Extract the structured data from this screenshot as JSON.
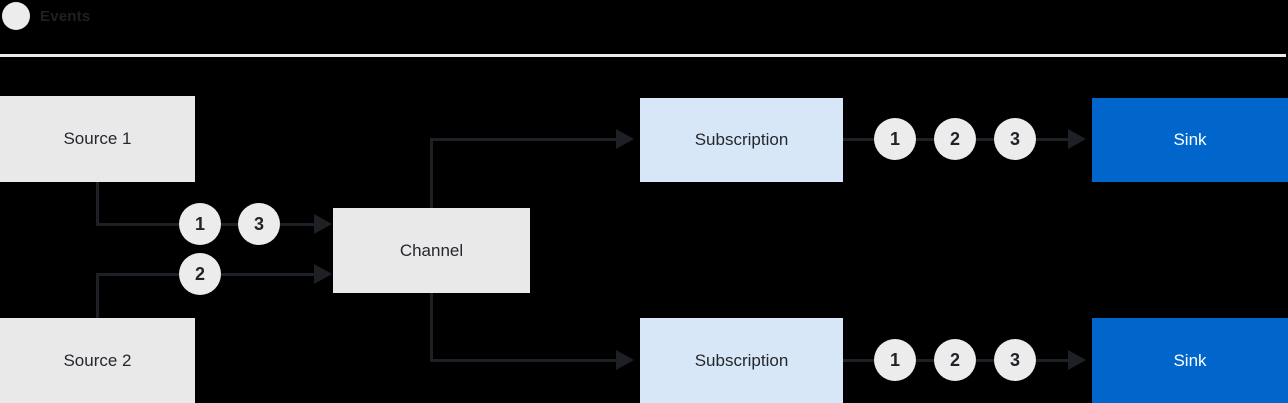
{
  "legend": {
    "label": "Events"
  },
  "nodes": {
    "source1": {
      "label": "Source 1"
    },
    "source2": {
      "label": "Source 2"
    },
    "channel": {
      "label": "Channel"
    },
    "subscription_top": {
      "label": "Subscription"
    },
    "subscription_bottom": {
      "label": "Subscription"
    },
    "sink_top": {
      "label": "Sink"
    },
    "sink_bottom": {
      "label": "Sink"
    }
  },
  "events": {
    "source1_to_channel": [
      "1",
      "3"
    ],
    "source2_to_channel": [
      "2"
    ],
    "subscription_top_to_sink": [
      "1",
      "2",
      "3"
    ],
    "subscription_bottom_to_sink": [
      "1",
      "2",
      "3"
    ]
  },
  "colors": {
    "background": "#000000",
    "node_gray": "#e9e9e9",
    "subscription_blue": "#d8e7f7",
    "sink_blue": "#0066cc",
    "event_circle_gray": "#ececec",
    "line": "#1d2125",
    "divider": "#ebebeb",
    "dark_text": "#24282d",
    "sink_text": "#ffffff"
  }
}
